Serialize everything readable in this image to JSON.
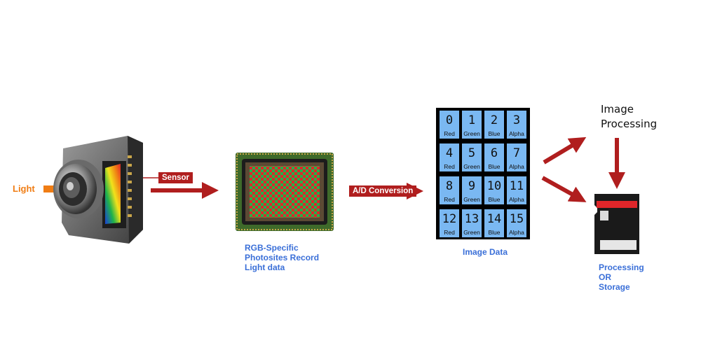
{
  "labels": {
    "light": "Light",
    "sensor": "Sensor",
    "ad_conversion": "A/D Conversion",
    "photosites": [
      "RGB-Specific",
      "Photosites Record",
      "Light data"
    ],
    "image_data": "Image Data",
    "image_processing": [
      "Image",
      "Processing"
    ],
    "storage": [
      "Processing",
      "OR",
      "Storage"
    ]
  },
  "pixels": [
    {
      "index": "0",
      "channel": "Red"
    },
    {
      "index": "1",
      "channel": "Green"
    },
    {
      "index": "2",
      "channel": "Blue"
    },
    {
      "index": "3",
      "channel": "Alpha"
    },
    {
      "index": "4",
      "channel": "Red"
    },
    {
      "index": "5",
      "channel": "Green"
    },
    {
      "index": "6",
      "channel": "Blue"
    },
    {
      "index": "7",
      "channel": "Alpha"
    },
    {
      "index": "8",
      "channel": "Red"
    },
    {
      "index": "9",
      "channel": "Green"
    },
    {
      "index": "10",
      "channel": "Blue"
    },
    {
      "index": "11",
      "channel": "Alpha"
    },
    {
      "index": "12",
      "channel": "Red"
    },
    {
      "index": "13",
      "channel": "Green"
    },
    {
      "index": "14",
      "channel": "Blue"
    },
    {
      "index": "15",
      "channel": "Alpha"
    }
  ],
  "colors": {
    "arrow": "#b01e1e",
    "light_beam": "#f07d14",
    "label_blue": "#3a6fd8",
    "cell_fill": "#7ab8f2",
    "sensor_red": "#e0262a",
    "sensor_green": "#22b24c"
  },
  "icons": {
    "camera": "camera-cutaway-icon",
    "sensor": "image-sensor-chip-icon",
    "card": "sd-card-icon"
  }
}
